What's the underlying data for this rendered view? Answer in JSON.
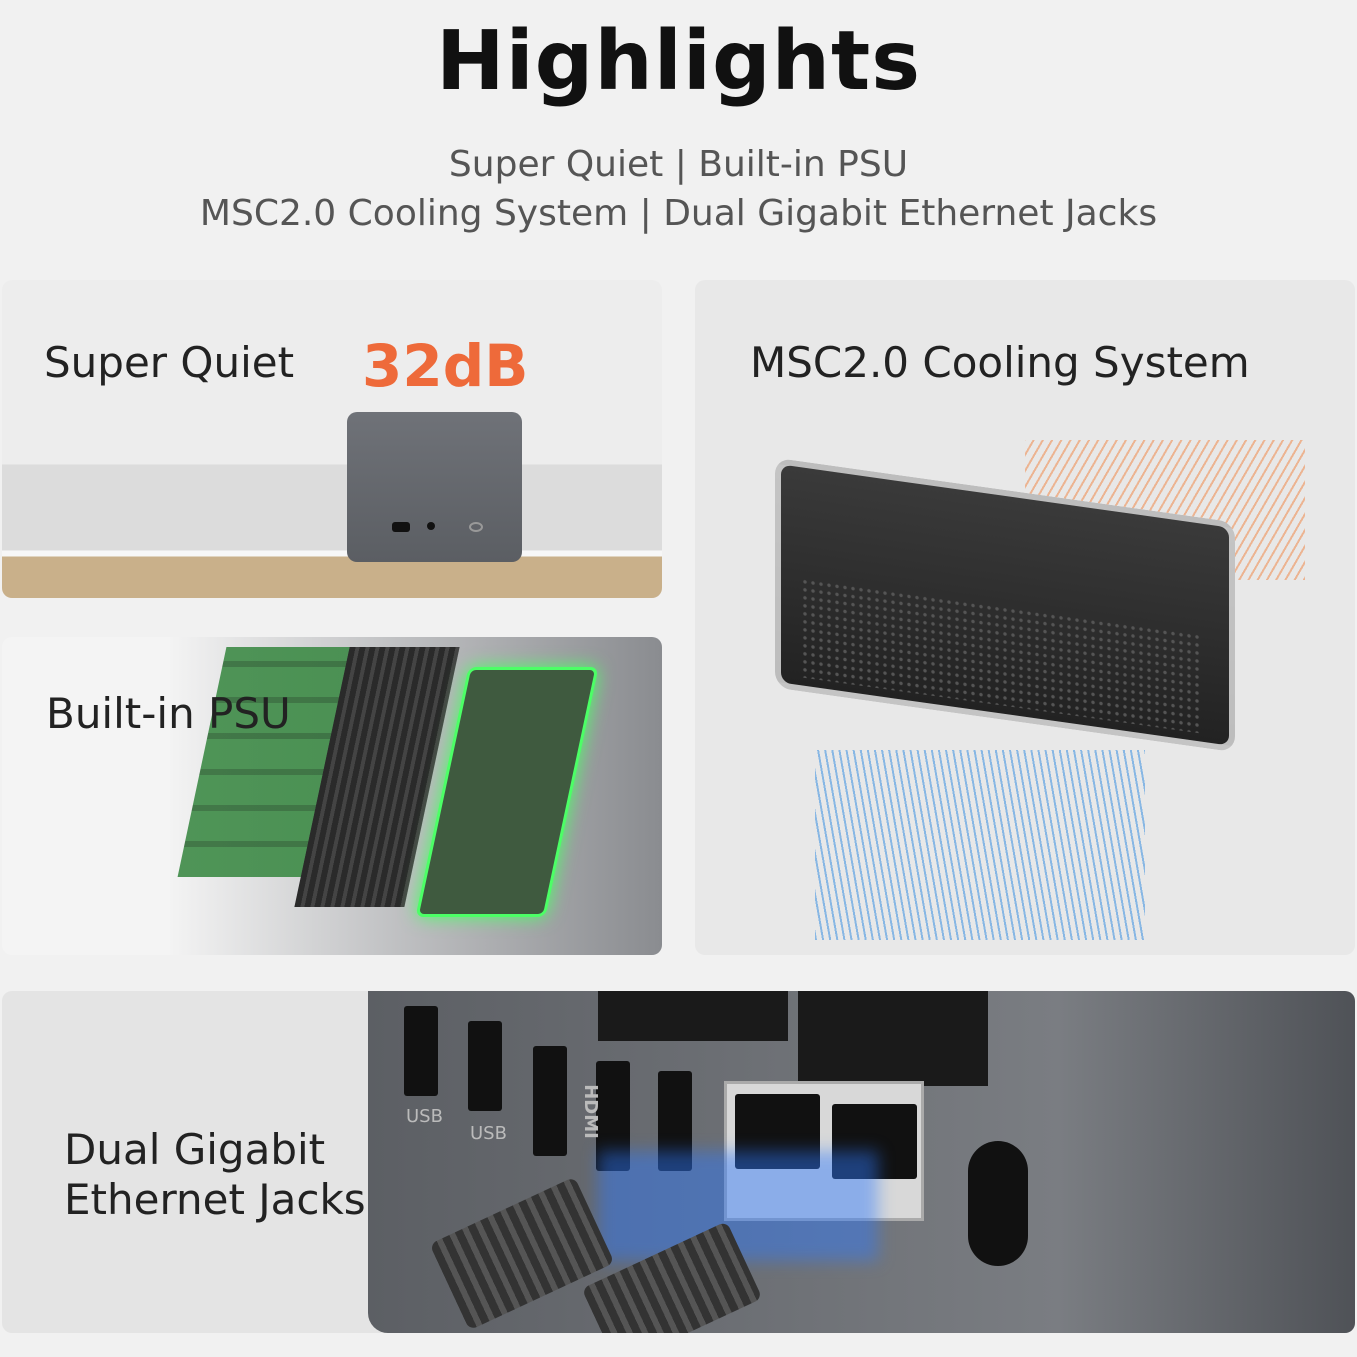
{
  "header": {
    "title": "Highlights",
    "subtitle_line1": "Super Quiet | Built-in PSU",
    "subtitle_line2": "MSC2.0 Cooling System | Dual Gigabit Ethernet Jacks"
  },
  "panels": [
    {
      "label": "Super Quiet",
      "badge": "32dB",
      "badge_color": "#ee6a3a"
    },
    {
      "label": "Built-in PSU"
    },
    {
      "label": "MSC2.0 Cooling System",
      "airflow_hot_color": "#f08a4b",
      "airflow_cool_color": "#3a8fe0"
    },
    {
      "label_line1": "Dual Gigabit",
      "label_line2": "Ethernet Jacks",
      "port_labels": [
        "USB",
        "USB",
        "HDMI"
      ],
      "highlight_color": "#2f7bff"
    }
  ]
}
